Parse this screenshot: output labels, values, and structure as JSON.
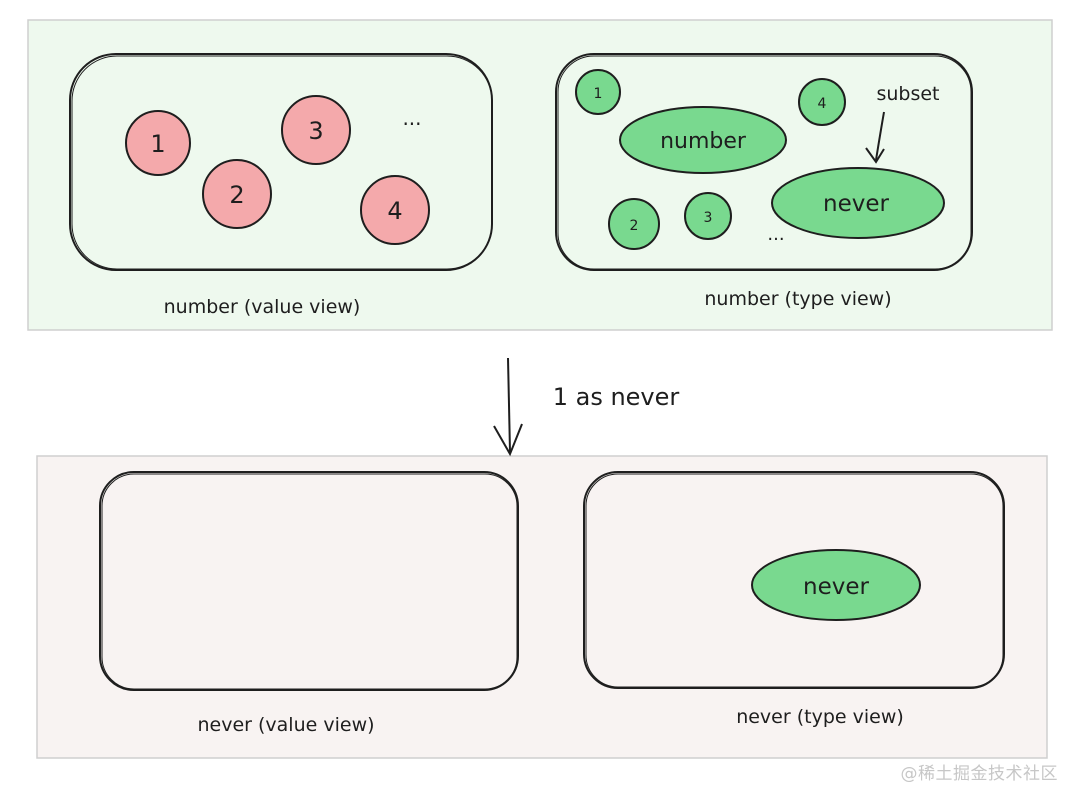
{
  "colors": {
    "top_panel_bg": "#eef9ee",
    "bottom_panel_bg": "#f8f3f2",
    "value_fill": "#f4a9ab",
    "type_fill": "#79d98f",
    "stroke": "#1e1e1e"
  },
  "top": {
    "value_view": {
      "values": [
        "1",
        "2",
        "3",
        "4"
      ],
      "ellipsis": "...",
      "caption": "number (value view)"
    },
    "type_view": {
      "small_values": [
        "1",
        "4",
        "2",
        "3"
      ],
      "number_label": "number",
      "never_label": "never",
      "subset_label": "subset",
      "ellipsis": "...",
      "caption": "number (type view)"
    }
  },
  "transition": {
    "label": "1 as never"
  },
  "bottom": {
    "value_view": {
      "caption": "never (value view)"
    },
    "type_view": {
      "never_label": "never",
      "caption": "never (type view)"
    }
  },
  "watermark": "@稀土掘金技术社区"
}
